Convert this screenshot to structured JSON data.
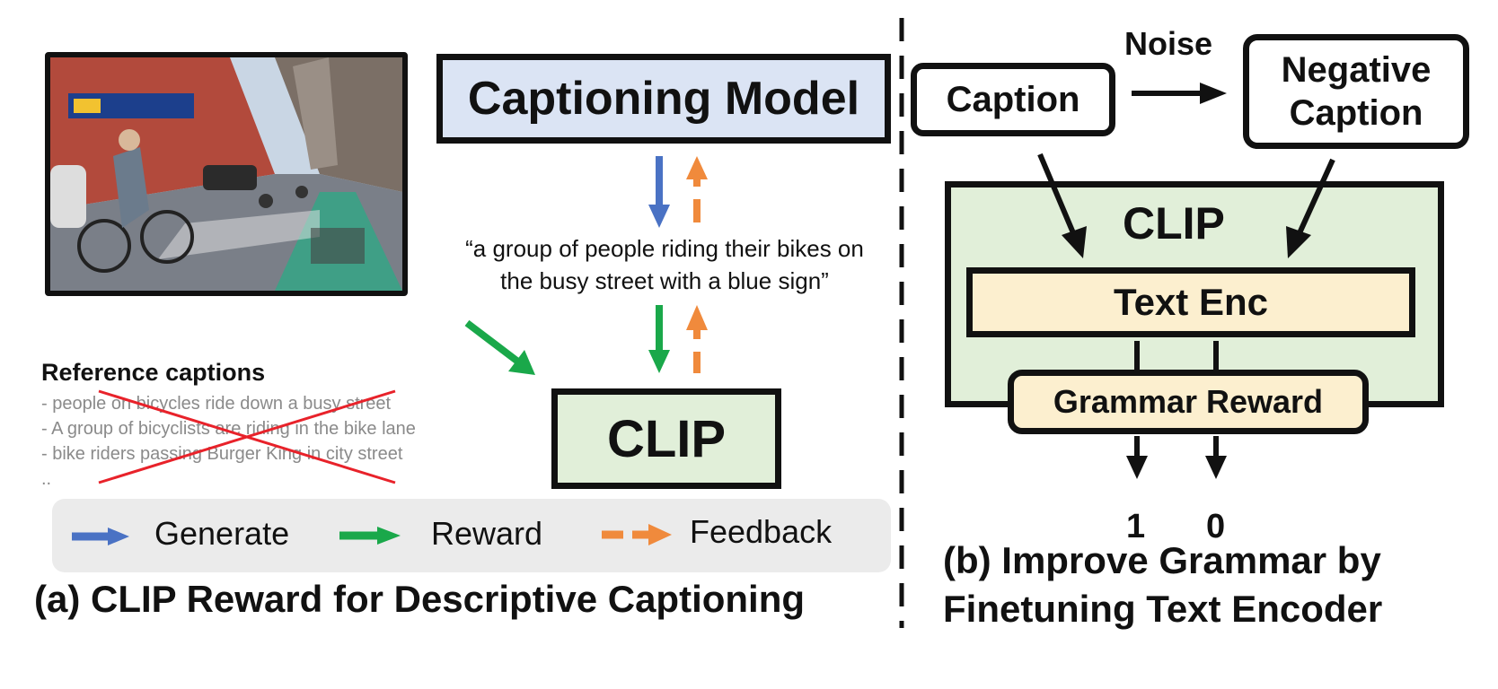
{
  "left_panel": {
    "captioning_model": "Captioning Model",
    "clip": "CLIP",
    "generated_caption_line1": "“a group of people riding their bikes on",
    "generated_caption_line2": "the busy street with a blue sign”",
    "reference_title": "Reference captions",
    "references": [
      "- people on bicycles ride down a busy street",
      "- A group of bicyclists are riding in the bike lane",
      "- bike riders passing Burger King in city street",
      ".."
    ],
    "legend": {
      "generate": "Generate",
      "reward": "Reward",
      "feedback": "Feedback"
    },
    "panel_caption": "(a) CLIP Reward for Descriptive Captioning"
  },
  "right_panel": {
    "caption": "Caption",
    "noise": "Noise",
    "negative_caption_line1": "Negative",
    "negative_caption_line2": "Caption",
    "clip": "CLIP",
    "text_enc": "Text Enc",
    "grammar_reward": "Grammar Reward",
    "output_positive": "1",
    "output_negative": "0",
    "panel_caption_line1": "(b) Improve Grammar by",
    "panel_caption_line2": "Finetuning Text Encoder"
  },
  "colors": {
    "generate": "#4a72c4",
    "reward": "#1aa84a",
    "feedback": "#f08a3c",
    "cross": "#e8222a",
    "captioning_fill": "#dbe4f4",
    "clip_fill": "#e1efd9",
    "text_enc_fill": "#fcefcf"
  }
}
